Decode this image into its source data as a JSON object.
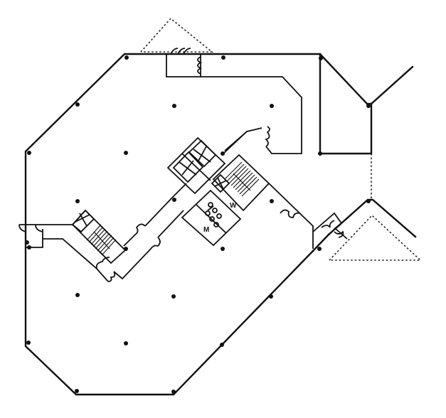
{
  "diagram": {
    "type": "architectural floor plan",
    "colors": {
      "line": "#111111",
      "background": "#ffffff"
    },
    "labels": {
      "mens_restroom": "M",
      "womens_restroom": "W"
    },
    "elements": {
      "elevators": 3,
      "stairwells": 2,
      "restrooms": [
        "M",
        "W"
      ],
      "entrance_canopies": 2,
      "structural_columns": 28
    }
  }
}
